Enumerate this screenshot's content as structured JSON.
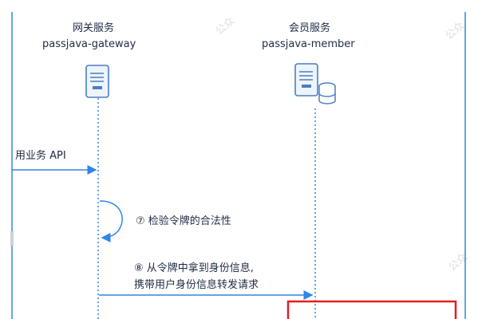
{
  "services": [
    {
      "name": "网关服务",
      "subtitle": "passjava-gateway"
    },
    {
      "name": "会员服务",
      "subtitle": "passjava-member"
    }
  ],
  "messages": {
    "call_api": "用业务 API",
    "step7": "⑦ 检验令牌的合法性",
    "step8_line1": "⑧ 从令牌中拿到身份信息,",
    "step8_line2": "携带用户身份信息转发请求"
  },
  "watermark": "公众",
  "colors": {
    "lifeline": "#2f86e6",
    "arrow": "#2f86e6",
    "highlight_box": "#e02020",
    "server_fill": "#eef4fb",
    "server_stroke": "#4a7fc1",
    "text": "#1f2a44"
  }
}
